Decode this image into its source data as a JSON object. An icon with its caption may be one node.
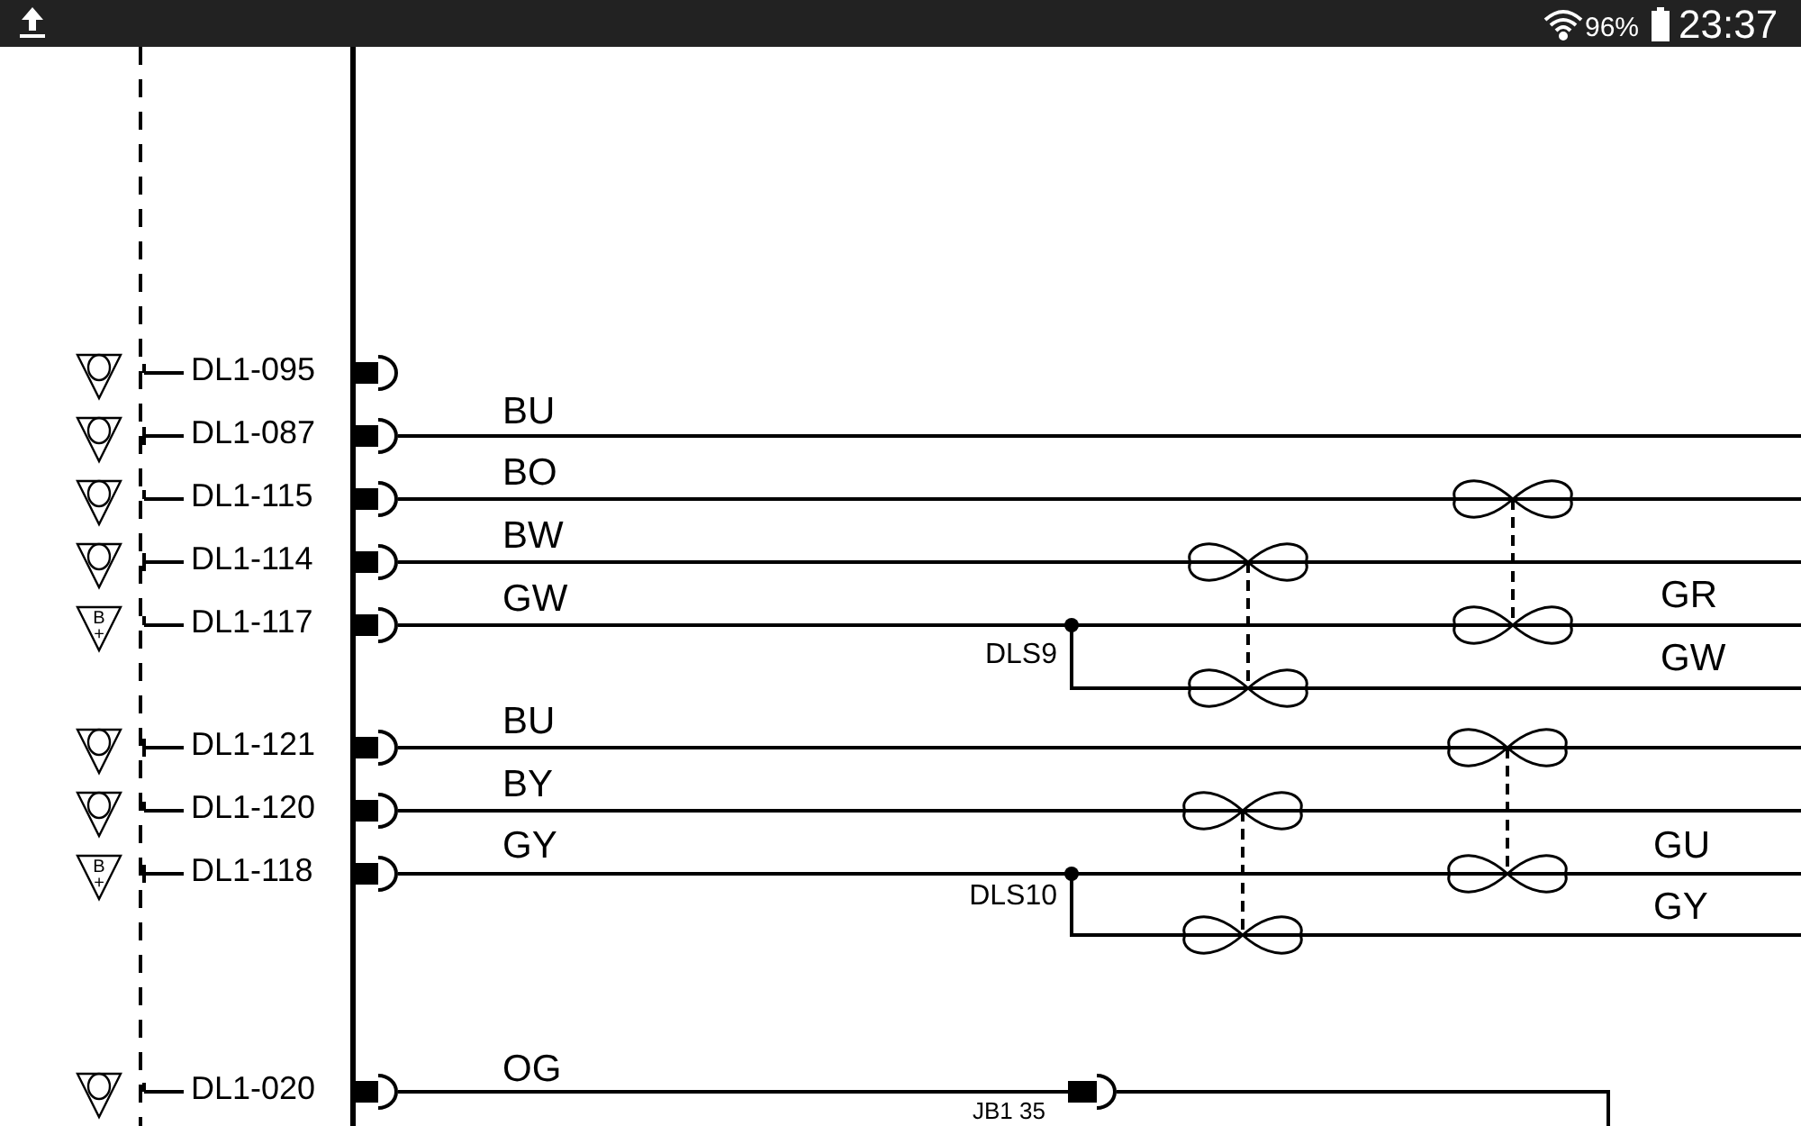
{
  "diagram": {
    "labels": [
      "96%",
      "23:37",
      "DL1-095",
      "DL1-087",
      "BU",
      "DL1-115",
      "BO",
      "DL1-114",
      "BW",
      "B +",
      "DL1-117",
      "GW",
      "GR",
      "DLS9",
      "GW",
      "DL1-121",
      "BU",
      "DL1-120",
      "BY",
      "B +",
      "DL1-118",
      "GY",
      "GU",
      "DLS10",
      "GY",
      "DL1-020",
      "OG",
      "JB1 35"
    ]
  }
}
